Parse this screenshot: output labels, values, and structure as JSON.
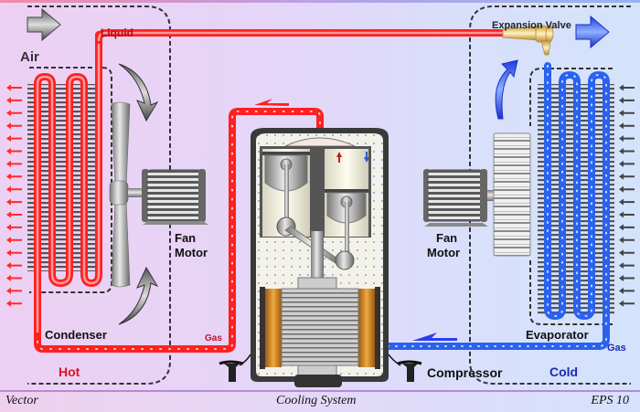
{
  "title": "Cooling System",
  "footer": {
    "left": "Vector",
    "center": "Cooling System",
    "right": "EPS 10"
  },
  "labels": {
    "air": "Air",
    "liquid": "Liquid",
    "expansion_valve": "Expansion Valve",
    "fan_motor_left_1": "Fan",
    "fan_motor_left_2": "Motor",
    "fan_motor_right_1": "Fan",
    "fan_motor_right_2": "Motor",
    "condenser": "Condenser",
    "evaporator": "Evaporator",
    "gas_hot": "Gas",
    "gas_cold": "Gas",
    "hot": "Hot",
    "cold": "Cold",
    "compressor": "Compressor"
  },
  "colors": {
    "hot_pipe": "#ff2a2a",
    "cold_pipe": "#2a62f0",
    "hot_text": "#e0102a",
    "cold_text": "#1a2ab8",
    "liquid_text": "#b0101a",
    "valve": "#e8c878"
  },
  "icons": {
    "air_in": "air-flow-arrow-icon",
    "air_out_hot": "hot-air-arrow-icon",
    "air_in_cold": "cold-air-arrow-icon",
    "flow": "refrigerant-flow-arrow-icon"
  }
}
